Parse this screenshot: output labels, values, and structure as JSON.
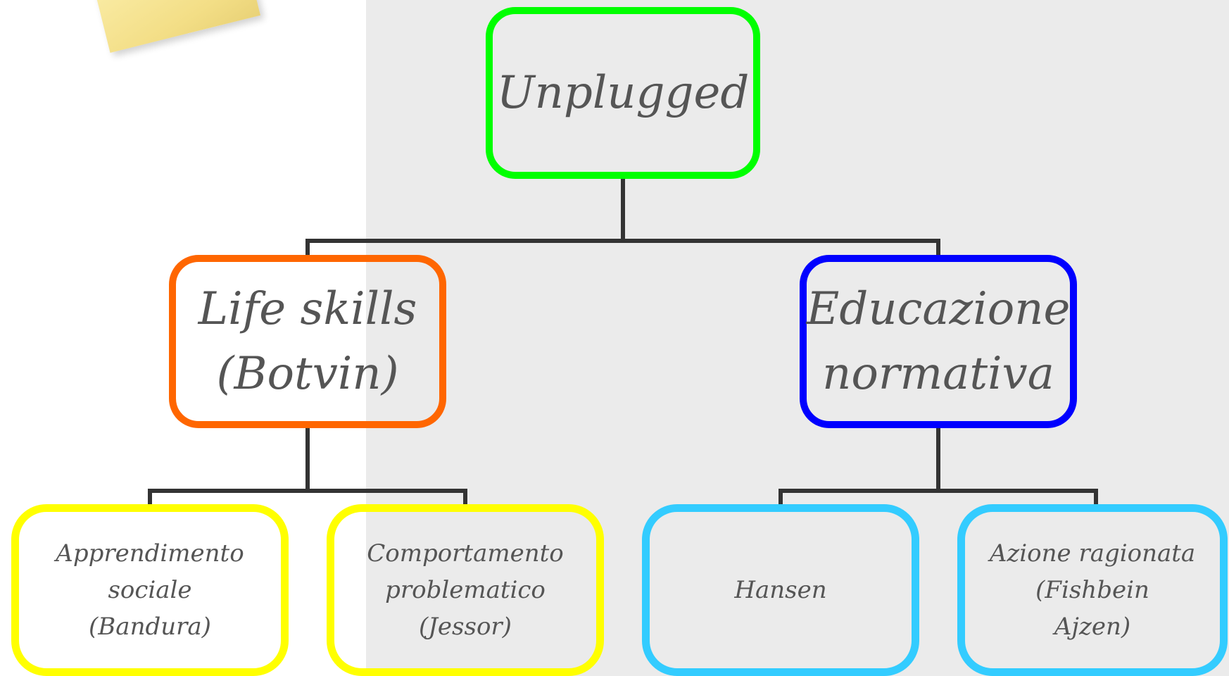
{
  "diagram": {
    "root": {
      "label": "Unplugged",
      "color": "#00ff00"
    },
    "branches": [
      {
        "label": "Life skills\n(Botvin)",
        "color": "#ff6600",
        "children": [
          {
            "label": "Apprendimento\nsociale\n(Bandura)",
            "color": "#ffff00"
          },
          {
            "label": "Comportamento\nproblematico\n(Jessor)",
            "color": "#ffff00"
          }
        ]
      },
      {
        "label": "Educazione\nnormativa",
        "color": "#0000ff",
        "children": [
          {
            "label": "Hansen",
            "color": "#33ccff"
          },
          {
            "label": "Azione ragionata\n(Fishbein\nAjzen)",
            "color": "#33ccff"
          }
        ]
      }
    ],
    "connector_color": "#333333"
  }
}
